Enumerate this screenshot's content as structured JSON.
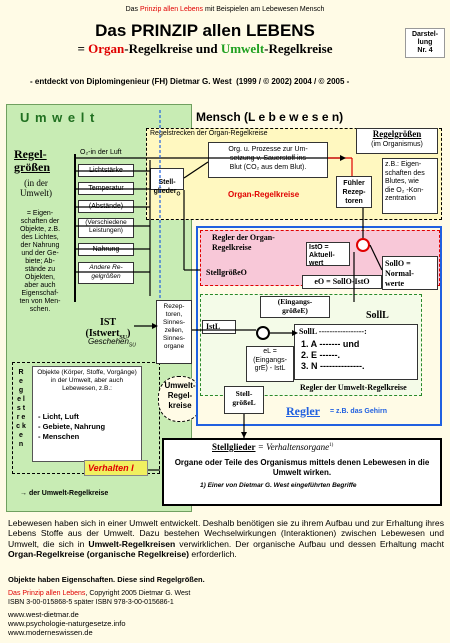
{
  "header": {
    "subtitle_pre": "Das ",
    "subtitle_red": "Prinzip allen Lebens",
    "subtitle_post": " mit Beispielen am Lebewesen Mensch",
    "title": "Das PRINZIP allen LEBENS",
    "line2_eq": "= ",
    "line2_organ": "Organ",
    "line2_mid": "-Regelkreise und ",
    "line2_umwelt": "Umwelt",
    "line2_end": "-Regelkreise",
    "darst": "Darstel-\nlung\nNr. 4",
    "discover": "- entdeckt von Diplomingenieur (FH) Dietmar G. West",
    "discover_years": "(1999 / © 2002) 2004 / © 2005 -"
  },
  "umwelt": {
    "title": "U m w e l t",
    "regel": "Regel-\ngrößen",
    "regel_sub": "(in der\nUmwelt)",
    "regel_desc": "= Eigen-\nschaften der\nObjekte, z.B.\ndes Lichtes,\nder Nahrung\nund der Ge-\nbiete; Ab-\nstände zu\nObjekten,\naber auch\nEigenschaf-\nten von Men-\nschen.",
    "items": [
      "O₂-in der Luft",
      "Lichtstärke",
      "Temperatur",
      "(Abstände)",
      "(Verschiedene Leistungen)",
      "Nahrung",
      "Andere Re-gelgrößen"
    ],
    "ist": "IST\n(Istwert",
    "ist_sub": "SU",
    "geschehen": "Geschehen",
    "geschehen_sub": "SU",
    "regelstrecken_vert": "R e g e l s t r e c k e n",
    "objekte": "Objekte (Körper, Stoffe, Vorgänge) in der Umwelt, aber auch Lebewesen, z.B.:",
    "objekte_list": [
      "- Licht, Luft",
      "- Gebiete, Nahrung",
      "- Menschen"
    ],
    "verhalten": "Verhalten I",
    "footer_arrow": "der Umwelt-Regelkreise"
  },
  "mensch": {
    "title": "Mensch (L e b e w e s e n)",
    "regelstrecken_title": "Regelstrecken der Organ-Regelkreise",
    "stellglied": "Stell-\nglieder",
    "stellglied_sub": "O",
    "org_prozesse": "Org. u. Prozesse zur Um-\nsetzung v. Sauerstoff ins\nBlut (CO₂ aus dem Blut).",
    "organ_regelkreise_label": "Organ-Regelkreise",
    "regelgroessen": "Regelgrößen",
    "regelgroessen_sub": "(im Organismus)",
    "regelgroessen_desc": "z.B.: Eigen-\nschaften des\nBlutes, wie\ndie O₂ -Kon-\nzentration",
    "fuehler": "Fühler\nRezep-\ntoren",
    "regler_organ": "Regler der Organ-\nRegelkreise",
    "ist_o": "IstO =\nAktuell-\nwert",
    "soll_o": "SollO =\nNormal-\nwerte",
    "stellgroesse_o": "StellgrößeO",
    "e_o": "eO = SollO-IstO",
    "rezeptoren": "Rezep-\ntoren,\nSinnes-\nzellen,\nSinnes-\norgane",
    "eingangs": "(Eingangs-\ngrößeE)",
    "soll_l": "SollL",
    "ist_l": "IstL",
    "e_l": "eL =\n(Eingangs-\ngrE) - IstL",
    "soll_l_list_title": "SollL -----------------:",
    "soll_l_list": [
      "1. A ------- und",
      "2. E ------.",
      "3. N --------------."
    ],
    "umwelt_regelkreise": "Umwelt-\nRegel-\nkreise",
    "stellgroesse_l": "Stell-\ngrößeL",
    "regler_umwelt": "Regler der Umwelt-Regelkreise",
    "regler_title": "Regler",
    "regler_desc": "= z.B. das Gehirn",
    "stellglieder_title": "Stellglieder",
    "stellglieder_eq": "= Verhaltensorgane",
    "stellglieder_sup": "1)",
    "stellglieder_desc": "Organe oder Teile des Organismus mittels denen Lebewesen in die Umwelt wirken.",
    "footnote": "1) Einer von Dietmar G. West eingeführten Begriffe"
  },
  "body_text": {
    "p1": "Lebewesen haben sich in einer Umwelt entwickelt. Deshalb benötigen sie zu ihrem Aufbau und zur Erhaltung ihres Lebens Stoffe aus der Umwelt. Dazu bestehen Wechselwirkungen (Interaktionen) zwischen Lebewesen und Umwelt, die sich in ",
    "p1_b1": "Umwelt-Regelkreisen",
    "p1_mid": " verwirklichen. Der organische Aufbau und dessen Erhaltung macht ",
    "p1_b2": "Organ-Regelkreise (organische Regelkreise)",
    "p1_end": " erforderlich.",
    "p2": "Objekte haben Eigenschaften. Diese sind Regelgrößen."
  },
  "footer": {
    "line1_red": "Das Prinzip allen Lebens",
    "line1_rest": ", Copyright 2005 Dietmar G. West",
    "line2": "ISBN 3-00-015868-5 später ISBN 978-3-00-015686-1",
    "urls": [
      "www.west-dietmar.de",
      "www.psychologie-naturgesetze.info",
      "www.moderneswissen.de"
    ]
  },
  "colors": {
    "umwelt_green": "#c8ecb4",
    "organ_red": "#e00000",
    "umwelt_green_text": "#20a020",
    "regler_blue": "#2060e0",
    "pink": "#f8c8d8",
    "yellow": "#fff8c0",
    "page": "#fffbe6"
  }
}
